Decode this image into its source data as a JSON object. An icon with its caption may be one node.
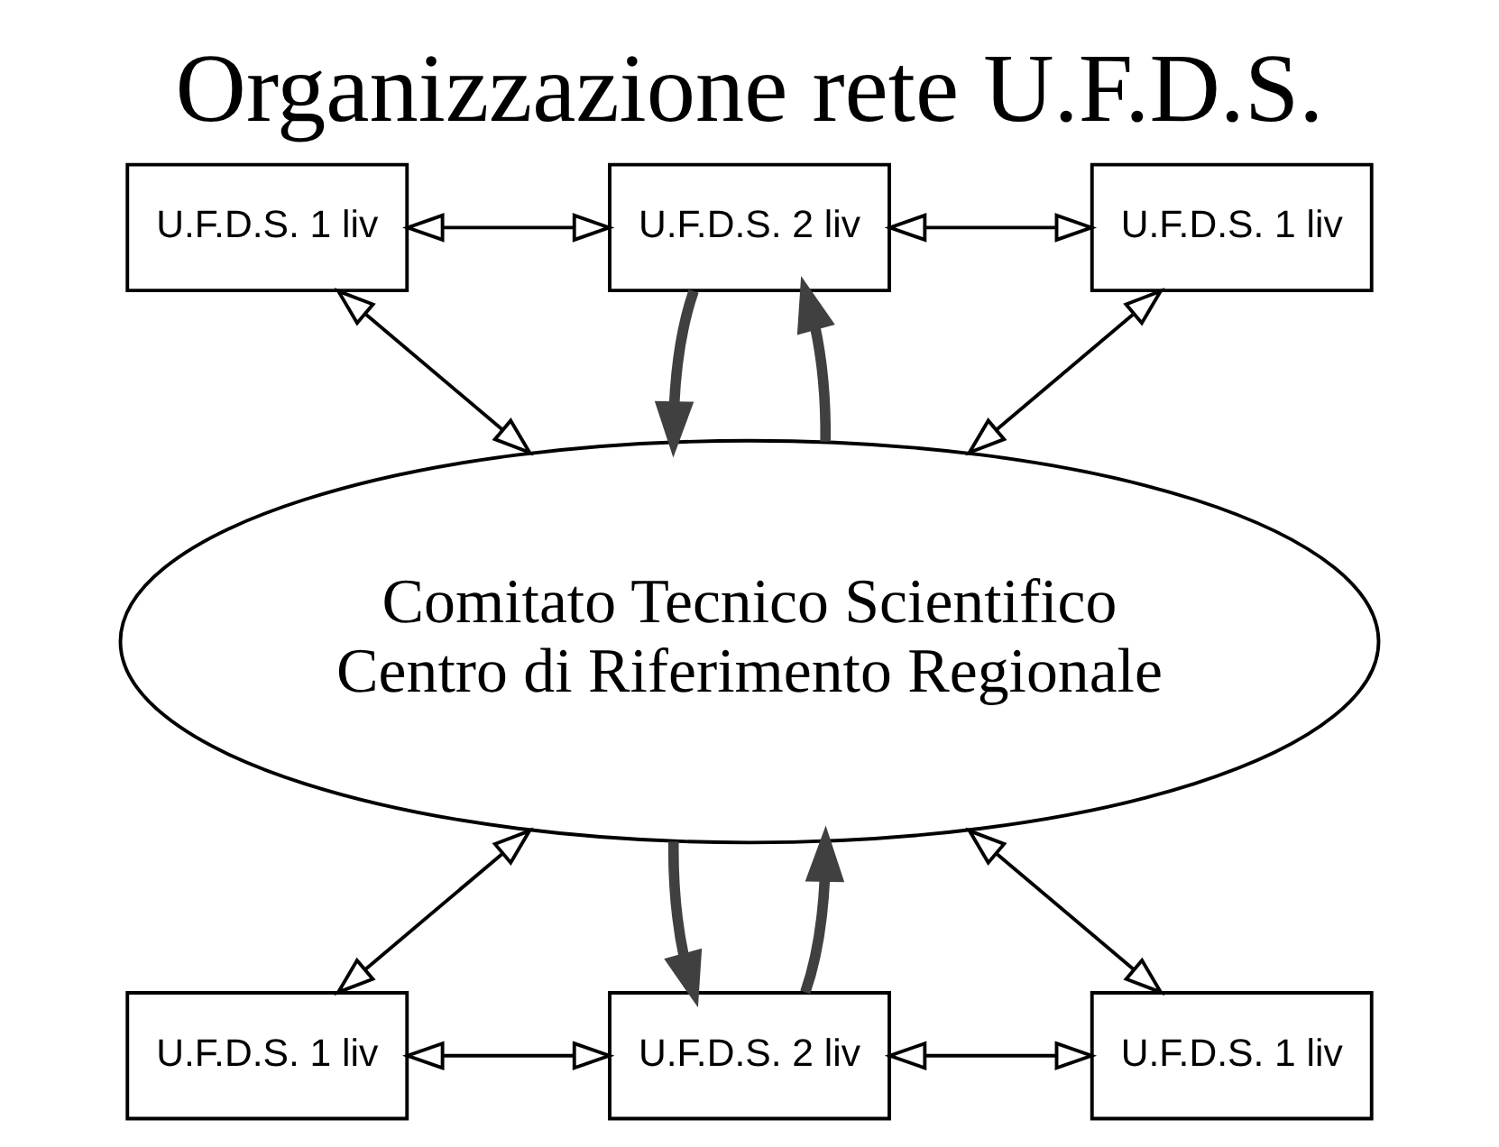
{
  "diagram": {
    "title": "Organizzazione rete U.F.D.S.",
    "nodes": [
      {
        "text": [
          "U.F.D.S. 2 liv"
        ]
      },
      {
        "text": [
          "U.F.D.S. 1 liv"
        ]
      },
      {
        "text": [
          "U.F.D.S. 1 liv"
        ]
      },
      {
        "text": [
          "Comitato Tecnico Scientifico",
          "Centro di Riferimento Regionale"
        ]
      },
      {
        "text": [
          "U.F.D.S. 1 liv"
        ]
      },
      {
        "text": [
          "U.F.D.S. 2 liv"
        ]
      },
      {
        "text": [
          "U.F.D.S. 1 liv"
        ]
      }
    ],
    "edges": [
      {
        "from": 1,
        "to": 0,
        "arrow": "both"
      },
      {
        "from": 0,
        "to": 2,
        "arrow": "both"
      },
      {
        "from": 0,
        "to": 3,
        "arrow": "to",
        "style": "thick",
        "color": "#404040"
      },
      {
        "from": 3,
        "to": 0,
        "arrow": "to",
        "style": "thick",
        "color": "#404040"
      },
      {
        "from": 1,
        "to": 3,
        "arrow": "both"
      },
      {
        "from": 2,
        "to": 3,
        "arrow": "both"
      },
      {
        "from": 3,
        "to": 4,
        "arrow": "both"
      },
      {
        "from": 3,
        "to": 6,
        "arrow": "both"
      },
      {
        "from": 3,
        "to": 5,
        "arrow": "to",
        "style": "thick",
        "color": "#404040"
      },
      {
        "from": 5,
        "to": 3,
        "arrow": "to",
        "style": "thick",
        "color": "#404040"
      },
      {
        "from": 4,
        "to": 5,
        "arrow": "both"
      },
      {
        "from": 5,
        "to": 6,
        "arrow": "both"
      }
    ]
  }
}
